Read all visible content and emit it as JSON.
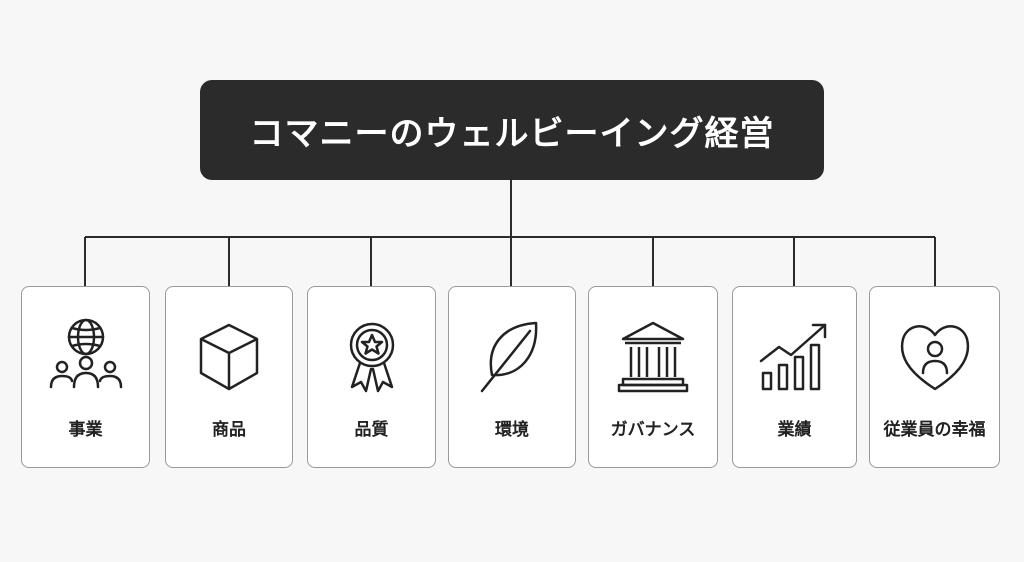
{
  "root": {
    "title": "コマニーのウェルビーイング経営"
  },
  "items": [
    {
      "label": "事業",
      "icon": "globe-people-icon"
    },
    {
      "label": "商品",
      "icon": "box-icon"
    },
    {
      "label": "品質",
      "icon": "award-ribbon-icon"
    },
    {
      "label": "環境",
      "icon": "leaf-icon"
    },
    {
      "label": "ガバナンス",
      "icon": "institution-building-icon"
    },
    {
      "label": "業績",
      "icon": "growth-chart-icon"
    },
    {
      "label": "従業員の幸福",
      "icon": "heart-person-icon"
    }
  ],
  "colors": {
    "background": "#f7f7f7",
    "root_fill": "#2b2b2b",
    "root_text": "#ffffff",
    "line": "#2b2b2b",
    "card_border": "#9a9a9a",
    "card_fill": "#ffffff",
    "label_text": "#222222"
  }
}
